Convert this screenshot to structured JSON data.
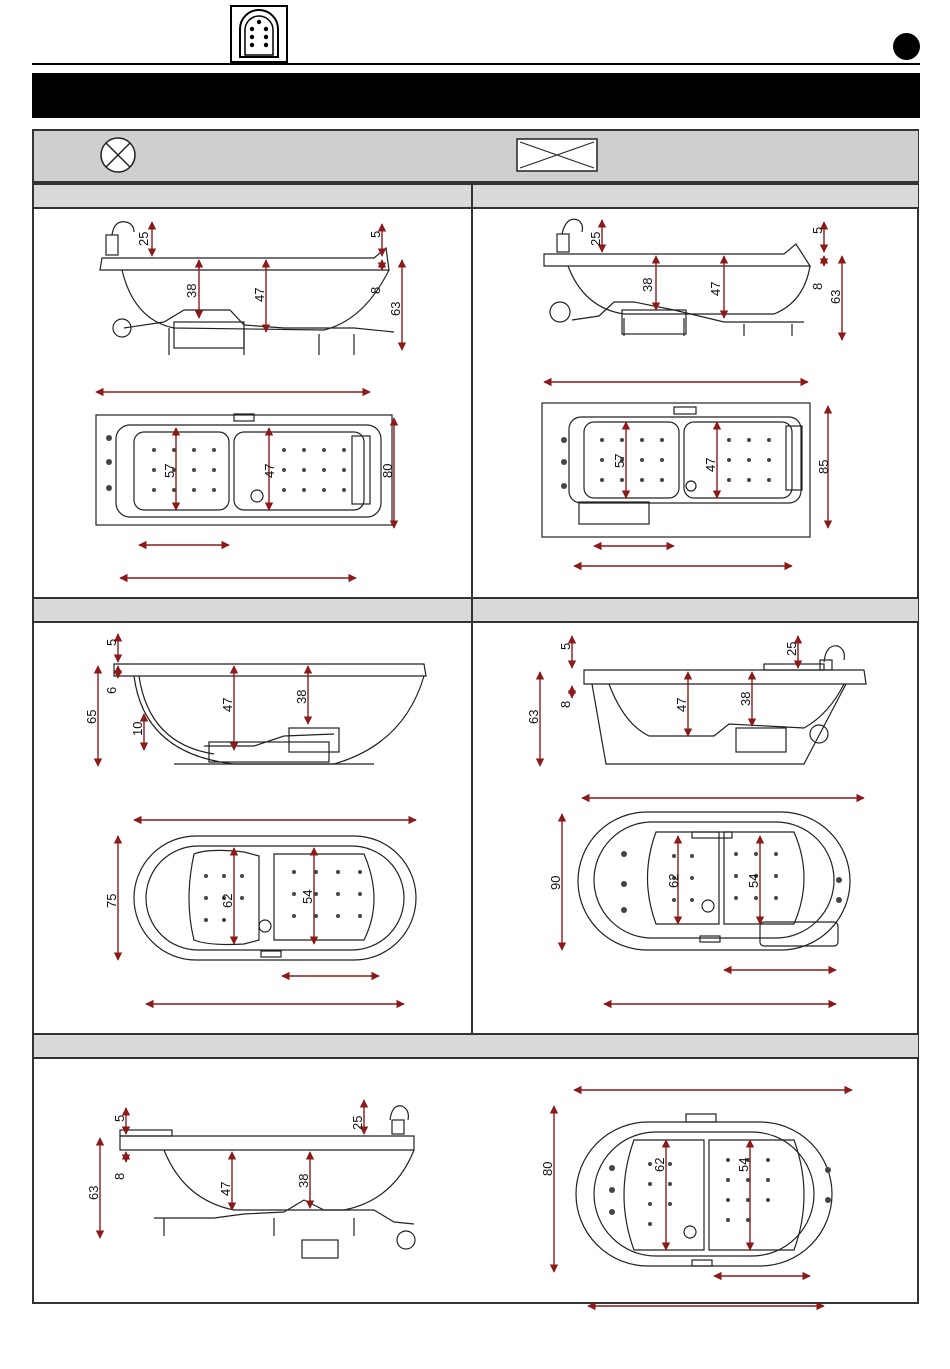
{
  "header": {
    "logo_icon": "whirlpool-tub-icon",
    "page_marker_icon": "black-circle-icon"
  },
  "legend": {
    "left_icon": "circle-cross-icon",
    "right_icon": "rectangle-cross-icon"
  },
  "panels": [
    {
      "side_dims": [
        "25",
        "38",
        "47",
        "5",
        "8",
        "63"
      ],
      "top_dims": [
        "57",
        "47",
        "80"
      ]
    },
    {
      "side_dims": [
        "25",
        "38",
        "47",
        "5",
        "8",
        "63"
      ],
      "top_dims": [
        "57",
        "47",
        "85"
      ]
    },
    {
      "side_dims": [
        "5",
        "6",
        "65",
        "10",
        "47",
        "38"
      ],
      "top_dims": [
        "75",
        "62",
        "54"
      ]
    },
    {
      "side_dims": [
        "5",
        "25",
        "63",
        "8",
        "47",
        "38"
      ],
      "top_dims": [
        "90",
        "62",
        "54"
      ]
    },
    {
      "side_dims": [
        "5",
        "63",
        "8",
        "25",
        "47",
        "38"
      ],
      "top_dims": [
        "80",
        "62",
        "54"
      ]
    }
  ]
}
